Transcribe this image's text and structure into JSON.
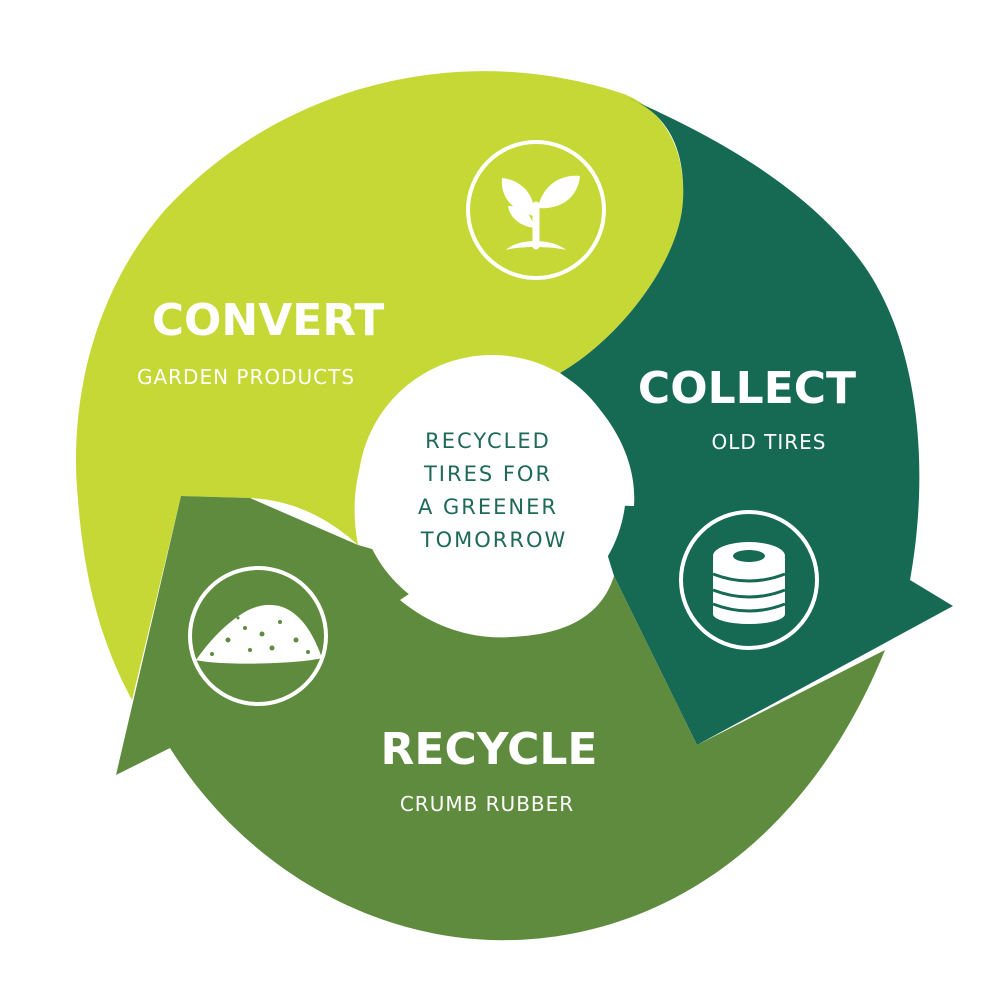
{
  "colors": {
    "convert": "#c5d836",
    "collect": "#166953",
    "recycle": "#5f8b3f",
    "center_text": "#1e6a55",
    "background": "#ffffff"
  },
  "center": {
    "lines": [
      "RECYCLED",
      "TIRES FOR",
      "A GREENER",
      "TOMORROW"
    ]
  },
  "segments": {
    "convert": {
      "title": "CONVERT",
      "subtitle": "GARDEN PRODUCTS",
      "icon": "plant-sprout-icon"
    },
    "collect": {
      "title": "COLLECT",
      "subtitle": "OLD TIRES",
      "icon": "tire-stack-icon"
    },
    "recycle": {
      "title": "RECYCLE",
      "subtitle": "CRUMB RUBBER",
      "icon": "crumb-rubber-pile-icon"
    }
  }
}
